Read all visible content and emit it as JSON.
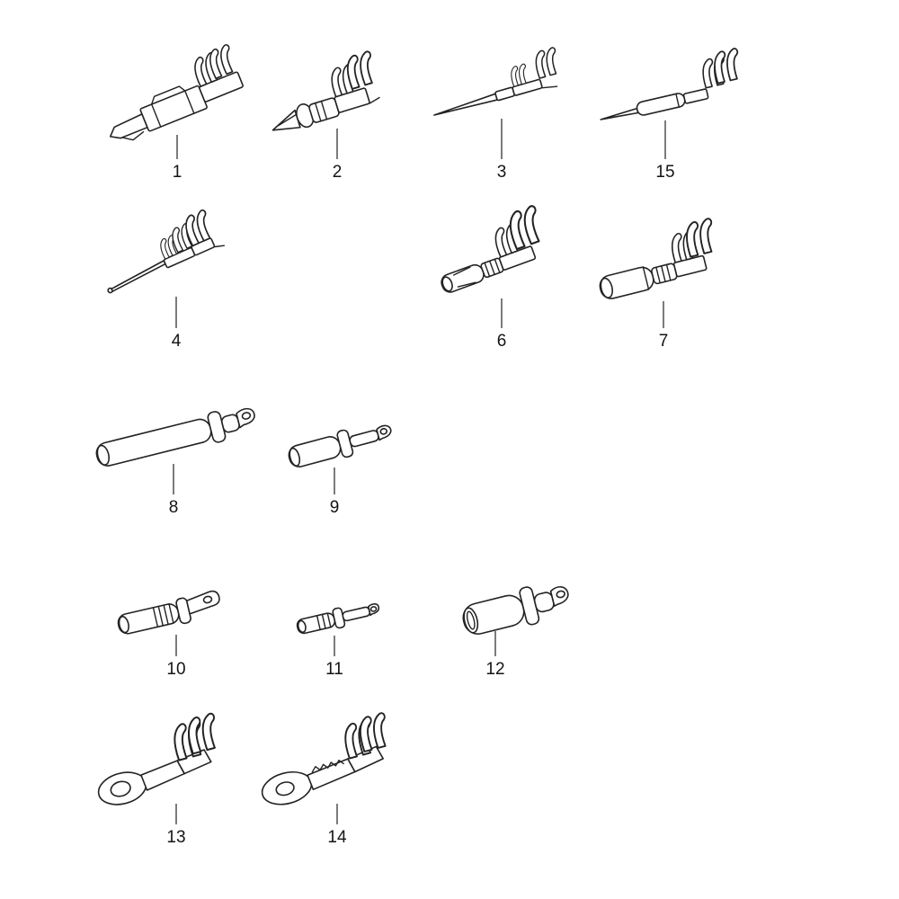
{
  "diagram": {
    "colors": {
      "background": "#ffffff",
      "line": "#232323",
      "label": "#141414"
    },
    "parts": [
      {
        "label": "1",
        "name": "blade-pin-terminal"
      },
      {
        "label": "2",
        "name": "bullet-pin-terminal"
      },
      {
        "label": "3",
        "name": "needle-pin-terminal"
      },
      {
        "label": "15",
        "name": "sleeved-pin-terminal"
      },
      {
        "label": "4",
        "name": "fine-pin-terminal"
      },
      {
        "label": "6",
        "name": "small-socket-terminal"
      },
      {
        "label": "7",
        "name": "round-socket-terminal"
      },
      {
        "label": "8",
        "name": "long-sleeve-terminal"
      },
      {
        "label": "9",
        "name": "short-sleeve-terminal"
      },
      {
        "label": "10",
        "name": "ridged-socket-flag-terminal"
      },
      {
        "label": "11",
        "name": "small-pin-collar-terminal"
      },
      {
        "label": "12",
        "name": "large-socket-terminal"
      },
      {
        "label": "13",
        "name": "ring-eyelet-terminal"
      },
      {
        "label": "14",
        "name": "ring-eyelet-terminal-serrated"
      }
    ]
  }
}
